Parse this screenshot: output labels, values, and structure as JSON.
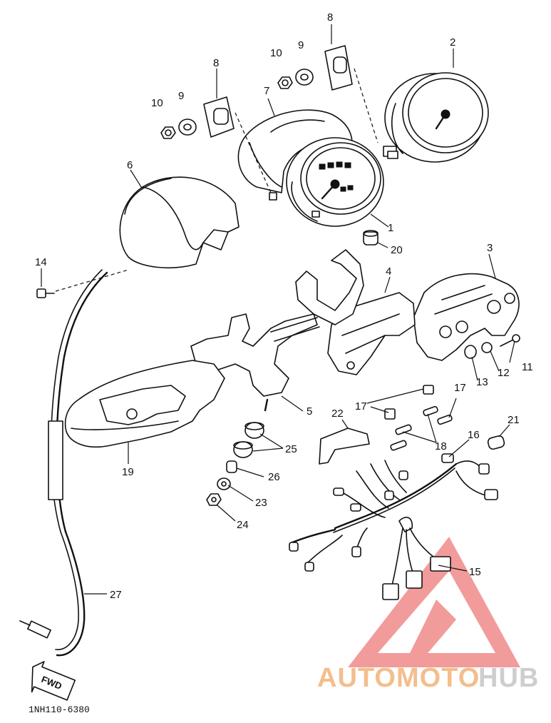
{
  "diagram": {
    "drawing_code": "1NH110-6380",
    "direction_marker": "FWD",
    "callouts": [
      "1",
      "2",
      "3",
      "4",
      "5",
      "6",
      "7",
      "8",
      "8",
      "9",
      "9",
      "10",
      "10",
      "11",
      "12",
      "13",
      "14",
      "15",
      "16",
      "17",
      "17",
      "18",
      "19",
      "20",
      "21",
      "22",
      "23",
      "24",
      "25",
      "26",
      "27"
    ]
  },
  "watermark": {
    "text_part1": "AUTOMOTO",
    "text_part2": "HUB",
    "color_primary": "#f2b37a",
    "color_secondary": "#c9c9c9",
    "logo_color": "#ee7a7a"
  }
}
